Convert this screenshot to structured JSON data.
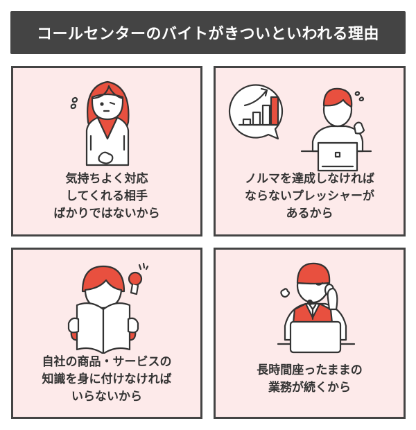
{
  "title": "コールセンターのバイトがきついといわれる理由",
  "colors": {
    "title_bg": "#444444",
    "panel_bg": "#fdeaea",
    "panel_border": "#444444",
    "accent_red": "#e8503f",
    "text": "#333333"
  },
  "panels": [
    {
      "illustration": "worried-woman-icon",
      "lines": [
        "気持ちよく対応",
        "してくれる相手",
        "ばかりではないから"
      ]
    },
    {
      "illustration": "man-laptop-quota-chart-icon",
      "lines": [
        "ノルマを達成しなければ",
        "ならないプレッシャーが",
        "あるから"
      ]
    },
    {
      "illustration": "person-reading-book-lightbulb-icon",
      "lines": [
        "自社の商品・サービスの",
        "知識を身に付けなければ",
        "いらないから"
      ]
    },
    {
      "illustration": "operator-headset-laptop-icon",
      "lines": [
        "長時間座ったままの",
        "業務が続くから"
      ]
    }
  ]
}
